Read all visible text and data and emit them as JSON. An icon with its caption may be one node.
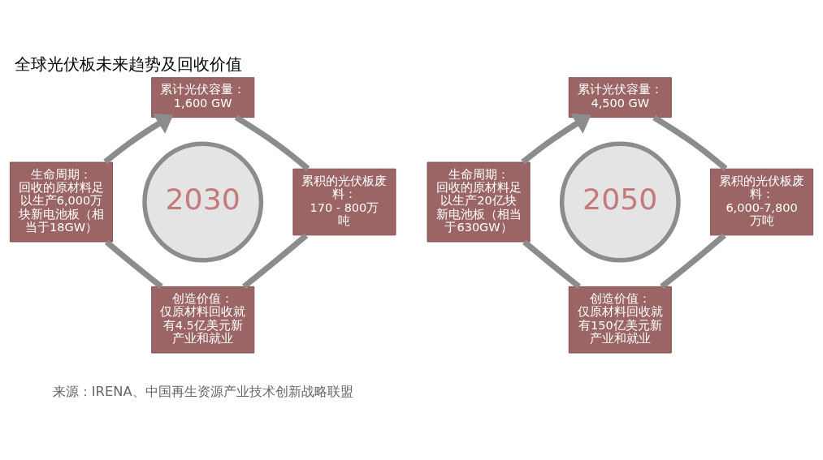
{
  "diagram": {
    "title": "全球光伏板未来趋势及回收价值",
    "caption": "来源：IRENA、中国再生资源产业技术创新战略联盟",
    "nodes": [
      {
        "text": [
          "累计光伏容量：",
          "1,600 GW"
        ]
      },
      {
        "text": [
          "生命周期：",
          "回收的原材料足以生产6,000万块新电池板（相当于18GW）"
        ]
      },
      {
        "text": [
          "2030"
        ]
      },
      {
        "text": [
          "累积的光伏板废料：",
          "170 - 800万吨"
        ]
      },
      {
        "text": [
          "创造价值：",
          "仅原材料回收就有4.5亿美元新产业和就业"
        ]
      },
      {
        "text": [
          "累计光伏容量：",
          "4,500 GW"
        ]
      },
      {
        "text": [
          "生命周期：",
          "回收的原材料足以生产20亿块新电池板（相当于630GW）"
        ]
      },
      {
        "text": [
          "2050"
        ]
      },
      {
        "text": [
          "累积的光伏板废料：",
          "6,000-7,800万吨"
        ]
      },
      {
        "text": [
          "创造价值：",
          "仅原材料回收就有150亿美元新产业和就业"
        ]
      }
    ],
    "edges": [
      {
        "from": 0,
        "to": 3,
        "arrow": "none"
      },
      {
        "from": 3,
        "to": 4,
        "arrow": "none"
      },
      {
        "from": 4,
        "to": 1,
        "arrow": "none"
      },
      {
        "from": 1,
        "to": 0,
        "arrow": "to"
      },
      {
        "from": 5,
        "to": 8,
        "arrow": "none"
      },
      {
        "from": 8,
        "to": 9,
        "arrow": "none"
      },
      {
        "from": 9,
        "to": 6,
        "arrow": "none"
      },
      {
        "from": 6,
        "to": 5,
        "arrow": "to"
      }
    ]
  }
}
